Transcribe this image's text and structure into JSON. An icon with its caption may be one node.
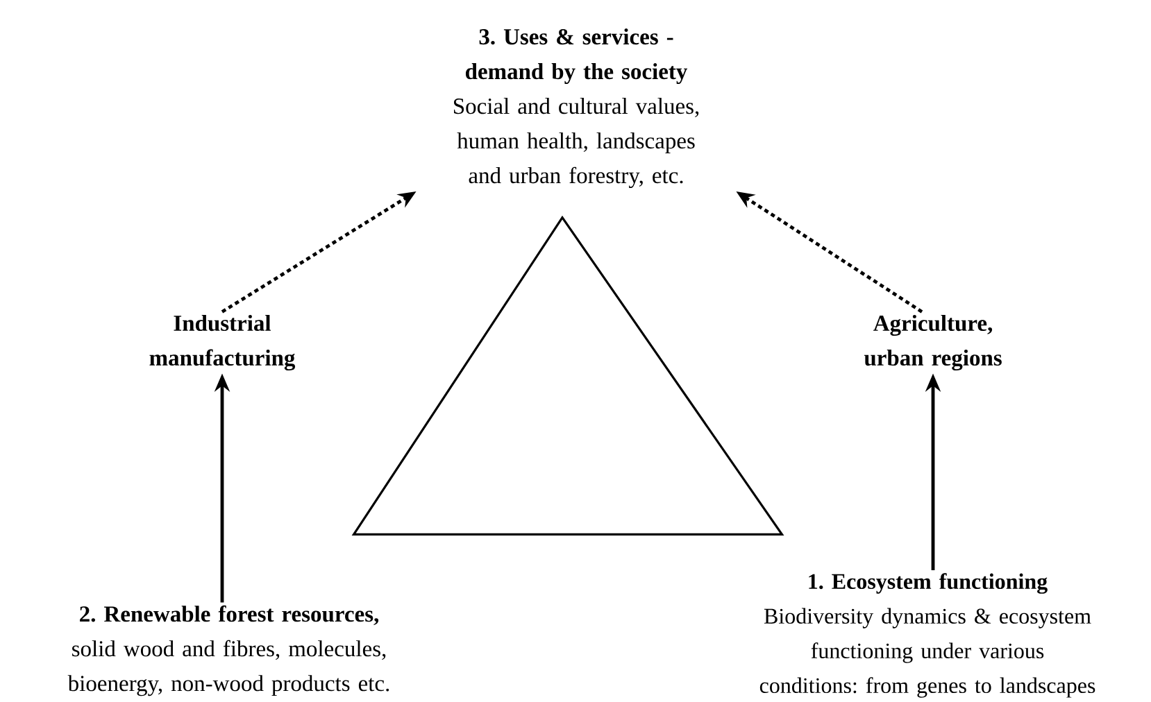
{
  "diagram": {
    "nodes": [
      {
        "text": [
          "3. Uses & services - demand by the society",
          "Social and cultural values, human health, landscapes and urban forestry, etc."
        ]
      },
      {
        "text": [
          "Industrial manufacturing"
        ]
      },
      {
        "text": [
          "Agriculture, urban regions"
        ]
      },
      {
        "text": [],
        "shape": "triangle"
      },
      {
        "text": [
          "2. Renewable forest resources,",
          "solid wood and fibres, molecules, bioenergy, non-wood products etc."
        ]
      },
      {
        "text": [
          "1. Ecosystem functioning",
          "Biodiversity dynamics & ecosystem functioning under various conditions: from genes to landscapes"
        ]
      }
    ],
    "edges": [
      {
        "from": 4,
        "to": 1,
        "arrow": "to"
      },
      {
        "from": 1,
        "to": 0,
        "arrow": "to",
        "style": "dashed"
      },
      {
        "from": 5,
        "to": 2,
        "arrow": "to"
      },
      {
        "from": 2,
        "to": 0,
        "arrow": "to",
        "style": "dashed"
      }
    ]
  }
}
